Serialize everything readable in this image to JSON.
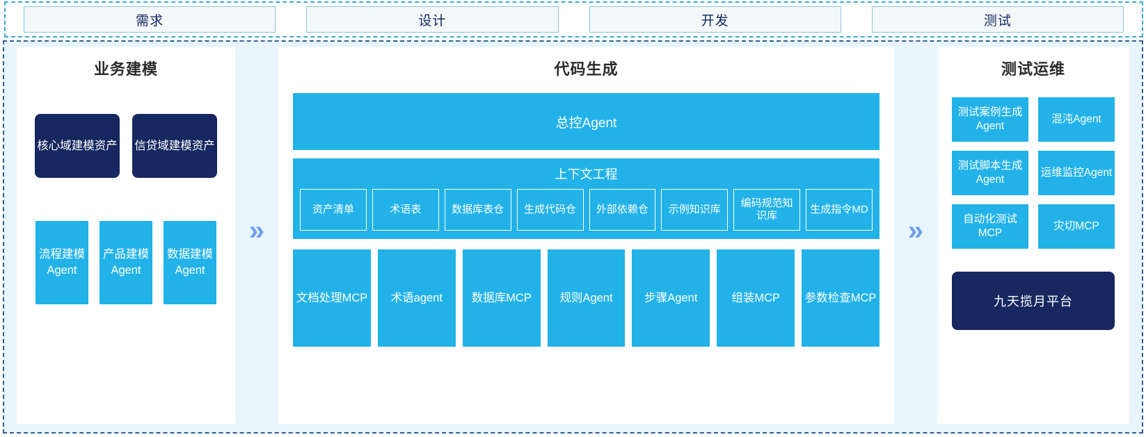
{
  "phases": [
    {
      "label": "需求"
    },
    {
      "label": "设计"
    },
    {
      "label": "开发"
    },
    {
      "label": "测试"
    }
  ],
  "separators": {
    "chevron_glyph": "»",
    "color": "#6e9ee8"
  },
  "colors": {
    "accent_blue": "#22b2e8",
    "navy": "#16285f",
    "canvas_background": "#e9f5fc",
    "panel_background": "#ffffff",
    "phase_border": "#8cc6de",
    "phase_fill": "#f3f8fa",
    "outer_dash": "#3aa8d8",
    "canvas_dash": "#2f5f8f"
  },
  "panels": {
    "business_modeling": {
      "title": "业务建模",
      "assets": [
        {
          "label": "核心域建模资产"
        },
        {
          "label": "信贷域建模资产"
        }
      ],
      "agents": [
        {
          "label": "流程建模Agent"
        },
        {
          "label": "产品建模Agent"
        },
        {
          "label": "数据建模Agent"
        }
      ]
    },
    "code_generation": {
      "title": "代码生成",
      "master_agent": "总控Agent",
      "context_engineering": {
        "title": "上下文工程",
        "items": [
          {
            "label": "资产清单"
          },
          {
            "label": "术语表"
          },
          {
            "label": "数据库表仓"
          },
          {
            "label": "生成代码仓"
          },
          {
            "label": "外部依赖仓"
          },
          {
            "label": "示例知识库"
          },
          {
            "label": "编码规范知识库"
          },
          {
            "label": "生成指令MD"
          }
        ]
      },
      "tools": [
        {
          "label": "文档处理MCP"
        },
        {
          "label": "术语agent"
        },
        {
          "label": "数据库MCP"
        },
        {
          "label": "规则Agent"
        },
        {
          "label": "步骤Agent"
        },
        {
          "label": "组装MCP"
        },
        {
          "label": "参数检查MCP"
        }
      ]
    },
    "test_ops": {
      "title": "测试运维",
      "cards": [
        {
          "label": "测试案例生成Agent"
        },
        {
          "label": "混沌Agent"
        },
        {
          "label": "测试脚本生成Agent"
        },
        {
          "label": "运维监控Agent"
        },
        {
          "label": "自动化测试MCP"
        },
        {
          "label": "灾切MCP"
        }
      ],
      "platform": "九天揽月平台"
    }
  }
}
